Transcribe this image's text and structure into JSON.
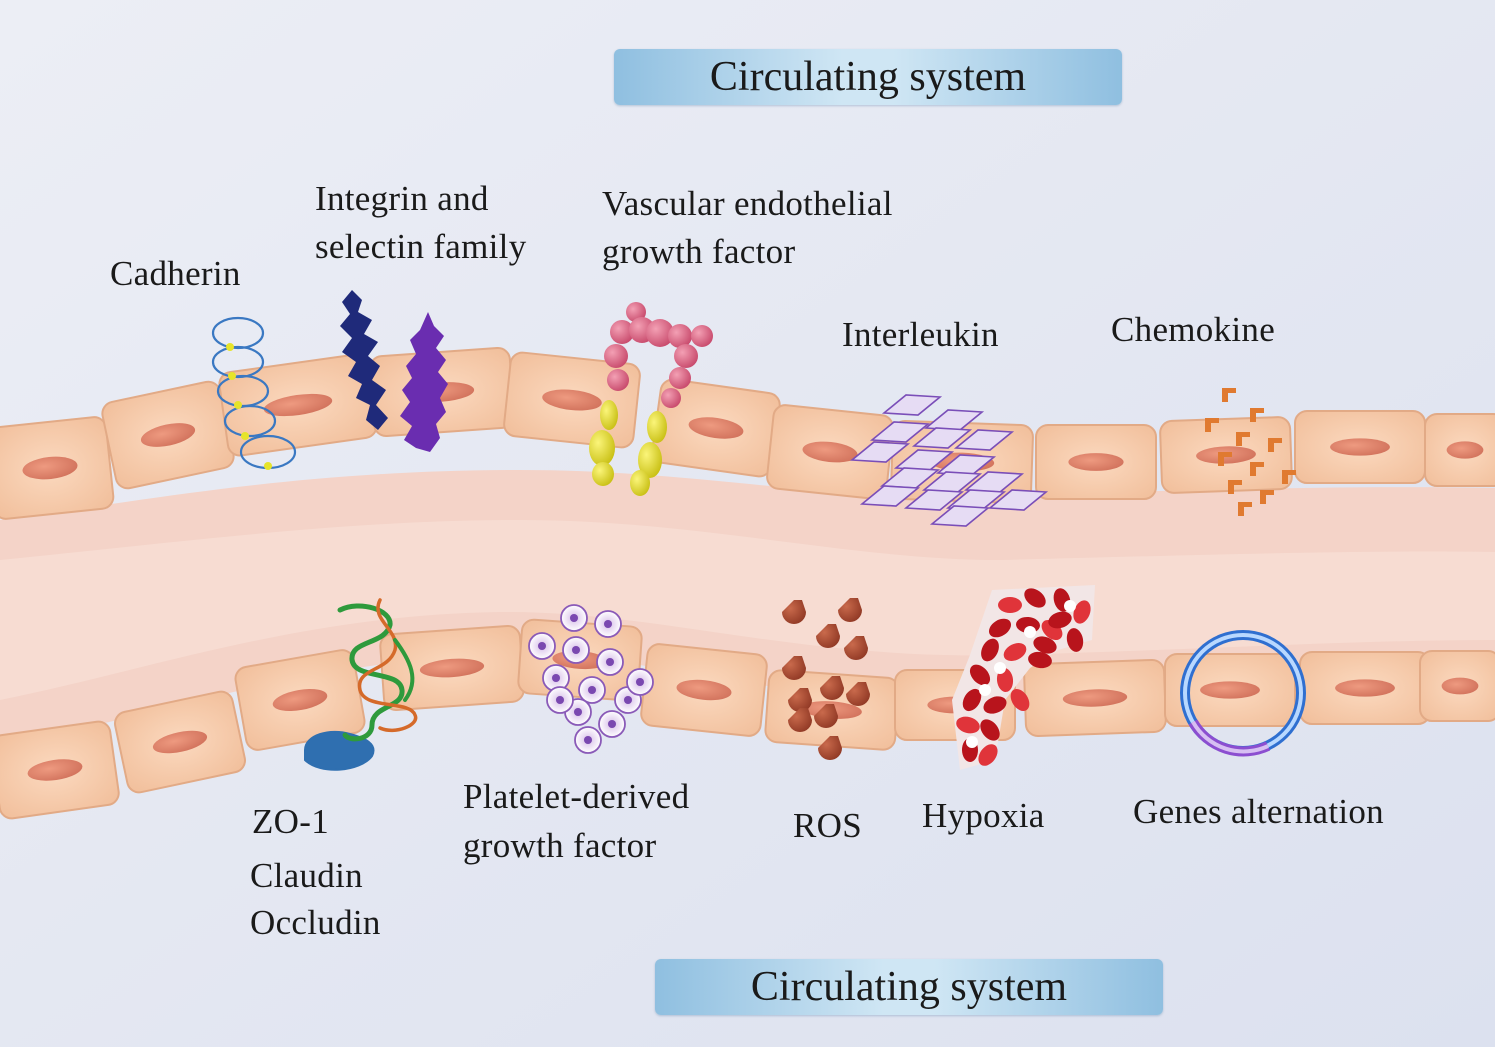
{
  "banners": {
    "top": "Circulating system",
    "bottom": "Circulating system"
  },
  "labels": {
    "cadherin": "Cadherin",
    "integrin_line1": "Integrin  and",
    "integrin_line2": "selectin family",
    "vegf_line1": "Vascular endothelial",
    "vegf_line2": "growth factor",
    "interleukin": "Interleukin",
    "chemokine": "Chemokine",
    "zo1": "ZO-1",
    "claudin": "Claudin",
    "occludin": "Occludin",
    "pdgf_line1": "Platelet-derived",
    "pdgf_line2": "growth factor",
    "ros": "ROS",
    "hypoxia": "Hypoxia",
    "genes": "Genes alternation"
  },
  "colors": {
    "cell_fill": "#f6c9a8",
    "cell_edge": "#e0a985",
    "nucleus": "#df8a70",
    "lumen": "#f5d6cc",
    "background": "#e3e7f2"
  }
}
